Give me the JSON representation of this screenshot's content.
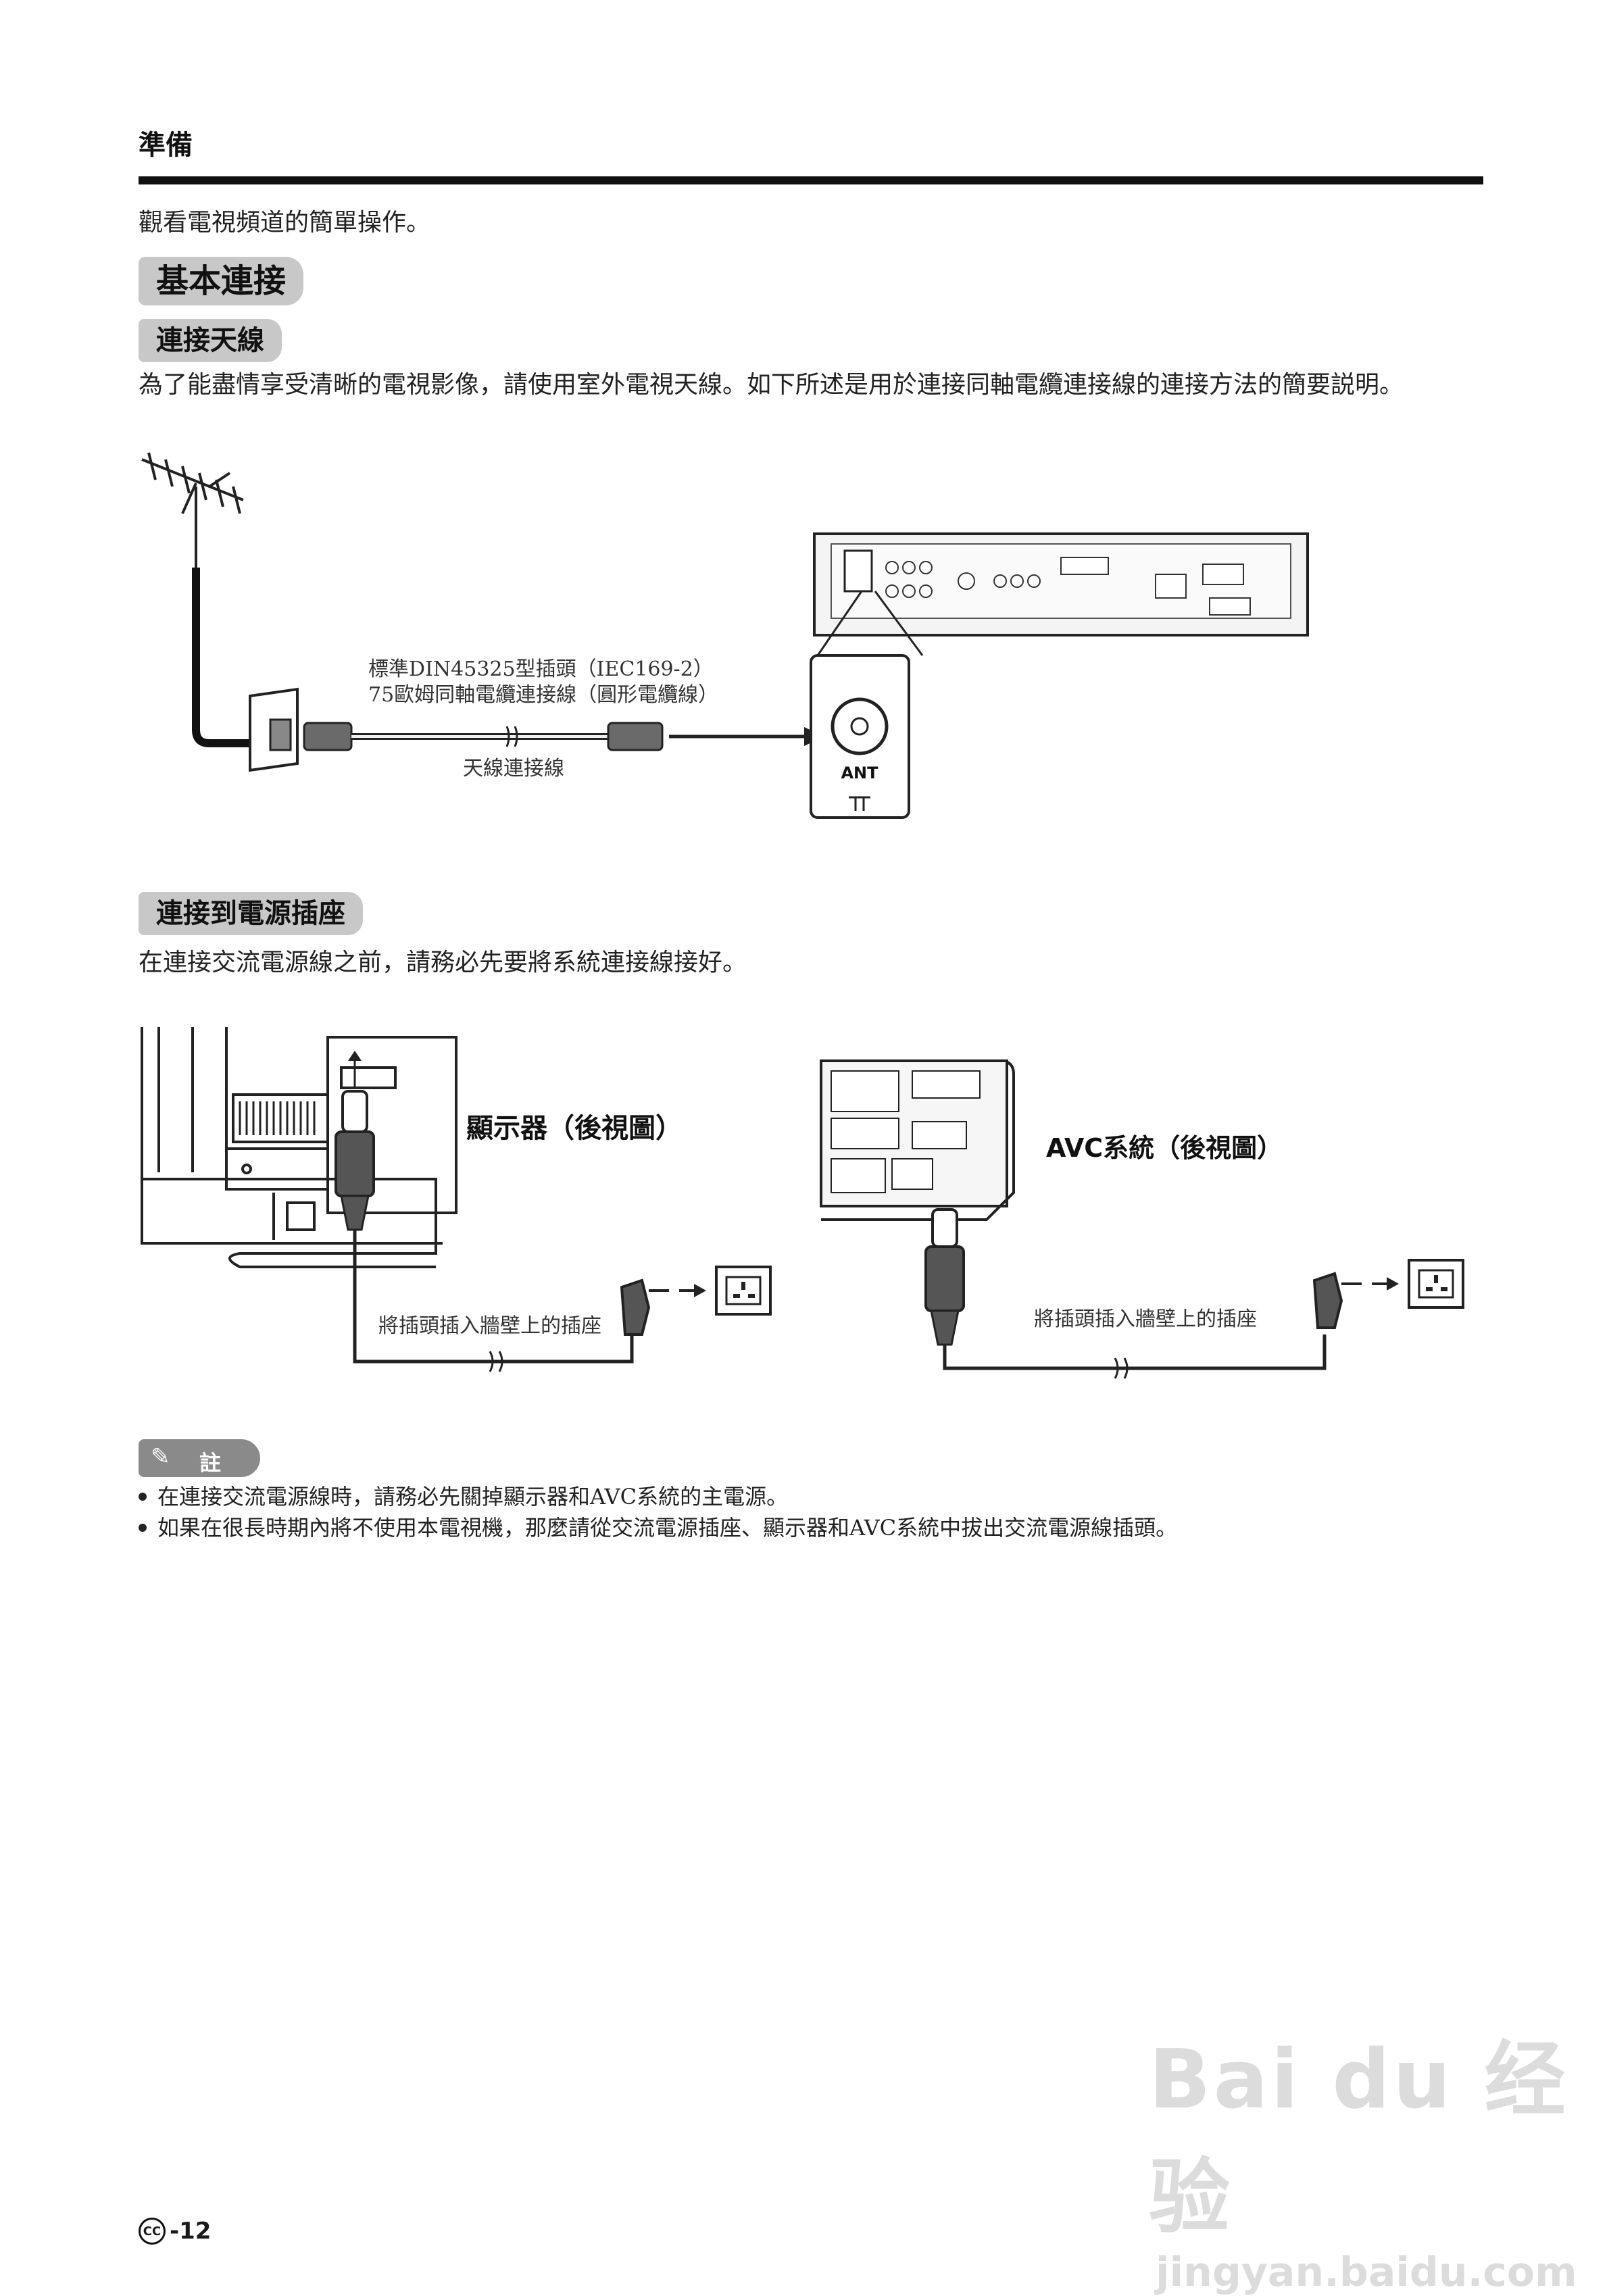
{
  "header": {
    "title": "準備"
  },
  "intro": "觀看電視頻道的簡單操作。",
  "sections": {
    "basic": {
      "title": "基本連接"
    },
    "antenna": {
      "title": "連接天線",
      "description": "為了能盡情享受清晰的電視影像，請使用室外電視天線。如下所述是用於連接同軸電纜連接線的連接方法的簡要説明。",
      "diagram": {
        "plug_label_line1": "標準DIN45325型插頭（IEC169-2）",
        "plug_label_line2": "75歐姆同軸電纜連接線（圓形電纜線）",
        "cable_label": "天線連接線",
        "ant_label": "ANT"
      }
    },
    "power": {
      "title": "連接到電源插座",
      "description": "在連接交流電源線之前，請務必先要將系統連接線接好。",
      "diagram": {
        "display_label": "顯示器（後視圖）",
        "avc_label": "AVC系統（後視圖）",
        "outlet_label_left": "將插頭插入牆壁上的插座",
        "outlet_label_right": "將插頭插入牆壁上的插座"
      }
    }
  },
  "note": {
    "title": "註",
    "items": [
      "在連接交流電源線時，請務必先關掉顯示器和AVC系統的主電源。",
      "如果在很長時期內將不使用本電視機，那麼請從交流電源插座、顯示器和AVC系統中拔出交流電源線插頭。"
    ]
  },
  "footer": {
    "icon": "CC",
    "page": "-12"
  },
  "watermark": {
    "brand": "Bai du 经验",
    "url": "jingyan.baidu.com"
  }
}
